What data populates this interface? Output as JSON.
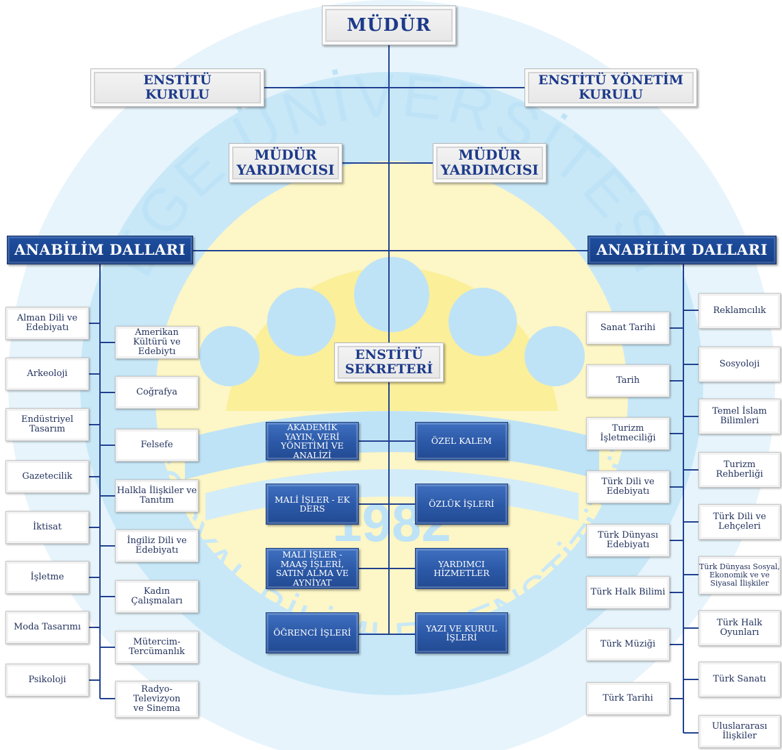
{
  "director": "MÜDÜR",
  "institute_board": "ENSTİTÜ KURULU",
  "institute_management_board": "ENSTİTÜ YÖNETİM KURULU",
  "deputy_left": "MÜDÜR YARDIMCISI",
  "deputy_right": "MÜDÜR YARDIMCISI",
  "departments_left_title": "ANABİLİM DALLARI",
  "departments_right_title": "ANABİLİM DALLARI",
  "secretary": "ENSTİTÜ SEKRETERİ",
  "left_col1": [
    "Alman Dili ve Edebiyatı",
    "Arkeoloji",
    "Endüstriyel Tasarım",
    "Gazetecilik",
    "İktisat",
    "İşletme",
    "Moda Tasarımı",
    "Psikoloji"
  ],
  "left_col2": [
    "Amerikan Kültürü ve Edebiytı",
    "Coğrafya",
    "Felsefe",
    "Halkla İlişkiler ve Tanıtım",
    "İngiliz Dili ve Edebiyatı",
    "Kadın Çalışmaları",
    "Mütercim-Tercümanlık",
    "Radyo-Televizyon ve Sinema"
  ],
  "right_col1": [
    "Sanat Tarihi",
    "Tarih",
    "Turizm İşletmeciliği",
    "Türk Dili ve Edebiyatı",
    "Türk Dünyası Edebiyatı",
    "Türk Halk Bilimi",
    "Türk Müziği",
    "Türk Tarihi"
  ],
  "right_col2": [
    "Reklamcılık",
    "Sosyoloji",
    "Temel İslam Bilimleri",
    "Turizm Rehberliği",
    "Türk Dili ve Lehçeleri",
    "Türk Dünyası Sosyal, Ekonomik ve ve Siyasal İlişkiler",
    "Türk Halk Oyunları",
    "Türk Sanatı",
    "Uluslararası İlişkiler"
  ],
  "units_left": [
    "AKADEMİK YAYIN, VERİ YÖNETİMİ VE ANALİZİ",
    "MALİ İŞLER - EK DERS",
    "MALİ İŞLER - MAAŞ İŞLERİ, SATIN ALMA VE AYNİYAT",
    "ÖĞRENCİ İŞLERİ"
  ],
  "units_right": [
    "ÖZEL KALEM",
    "ÖZLÜK İŞLERİ",
    "YARDIMCI HİZMETLER",
    "YAZI VE KURUL İŞLERİ"
  ],
  "watermark": {
    "arc_text": "EGE ÜNİVERSİTESİ",
    "arc_text_bottom": "SOSYAL BİLİMLER ENSTİTÜSÜ",
    "year": "1982"
  },
  "colors": {
    "line": "#1f3f8f",
    "gray_text": "#1c3a8a",
    "blue_box": "#2b58a6",
    "dark_box": "#163e86",
    "watermark_blue": "#9fd3f0",
    "watermark_yellow": "#fbef9a"
  }
}
